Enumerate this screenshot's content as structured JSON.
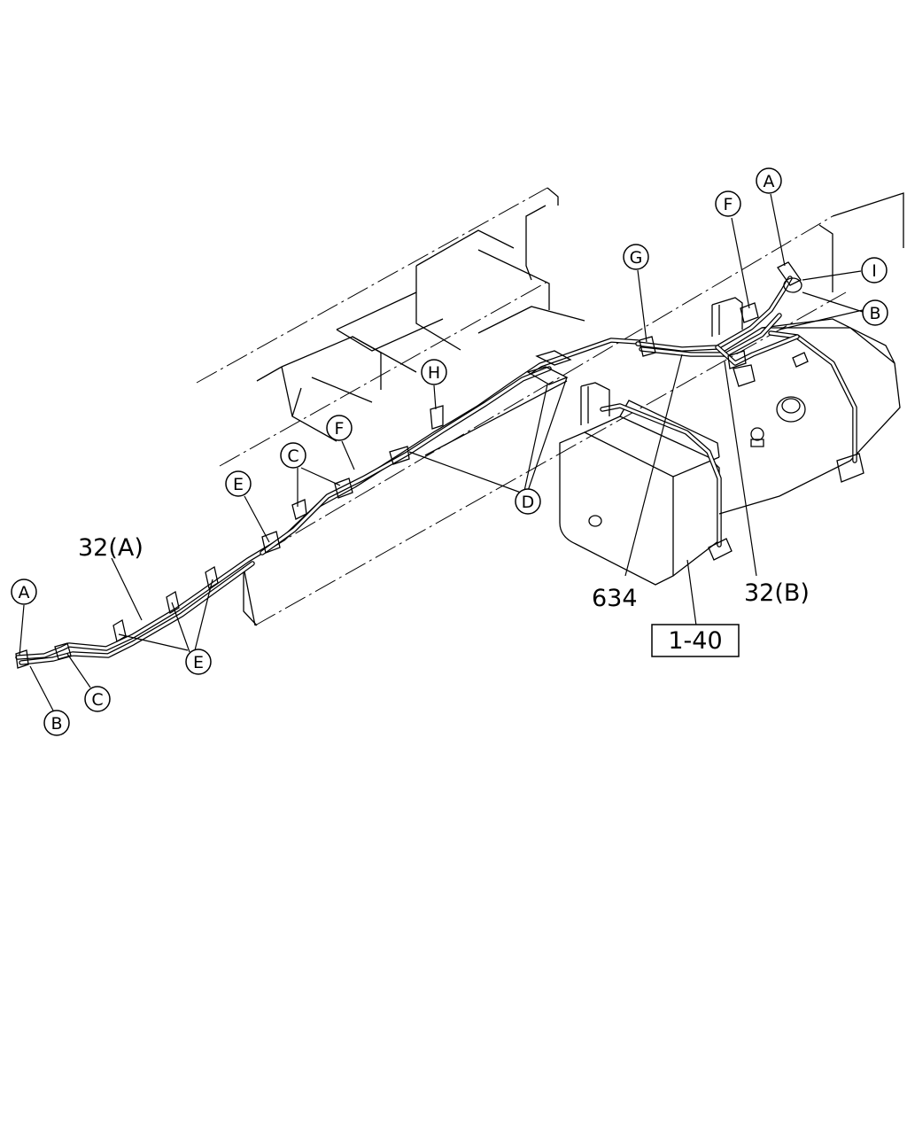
{
  "callouts": {
    "a_rear": "A",
    "b_rear": "B",
    "c_rear": "C",
    "e_rear": "E",
    "e_mid": "E",
    "c_mid": "C",
    "f_mid": "F",
    "h": "H",
    "d": "D",
    "g": "G",
    "f_tank": "F",
    "a_tank": "A",
    "i_tank": "I",
    "b_tank": "B"
  },
  "part_numbers": {
    "pipe_a": "32(A)",
    "pipe_b": "32(B)",
    "hose": "634"
  },
  "reference_box": "1-40"
}
